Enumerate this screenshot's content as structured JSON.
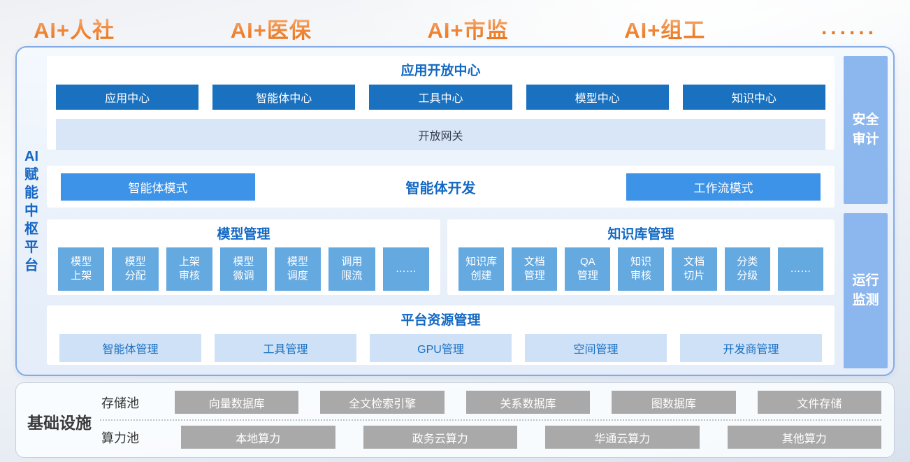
{
  "header": {
    "tabs": [
      "AI+人社",
      "AI+医保",
      "AI+市监",
      "AI+组工"
    ],
    "more": "......"
  },
  "platform": {
    "label": "AI\n赋\n能\n中\n枢\n平\n台",
    "side_bars": {
      "security": "安全\n审计",
      "monitor": "运行\n监测"
    },
    "app_center": {
      "title": "应用开放中心",
      "buttons": [
        "应用中心",
        "智能体中心",
        "工具中心",
        "模型中心",
        "知识中心"
      ],
      "gateway": "开放网关"
    },
    "agent_dev": {
      "title": "智能体开发",
      "left_mode": "智能体模式",
      "right_mode": "工作流模式"
    },
    "model_mgmt": {
      "title": "模型管理",
      "items": [
        "模型\n上架",
        "模型\n分配",
        "上架\n审核",
        "模型\n微调",
        "模型\n调度",
        "调用\n限流",
        "……"
      ]
    },
    "kb_mgmt": {
      "title": "知识库管理",
      "items": [
        "知识库\n创建",
        "文档\n管理",
        "QA\n管理",
        "知识\n审核",
        "文档\n切片",
        "分类\n分级",
        "……"
      ]
    },
    "resource_mgmt": {
      "title": "平台资源管理",
      "buttons": [
        "智能体管理",
        "工具管理",
        "GPU管理",
        "空间管理",
        "开发商管理"
      ]
    }
  },
  "infrastructure": {
    "title": "基础设施",
    "storage": {
      "label": "存储池",
      "items": [
        "向量数据库",
        "全文检索引擎",
        "关系数据库",
        "图数据库",
        "文件存储"
      ]
    },
    "compute": {
      "label": "算力池",
      "items": [
        "本地算力",
        "政务云算力",
        "华通云算力",
        "其他算力"
      ]
    }
  },
  "colors": {
    "accent_orange": "#ea6f10",
    "dark_blue": "#1a71bf",
    "medium_blue": "#3d93e8",
    "chip_blue": "#65a9e1",
    "sidebar_blue": "#8cb7ee",
    "light_fill": "#d9e6f8",
    "light_button": "#cfe1f7",
    "title_blue": "#1268c3",
    "gray_box": "#a9a9a9"
  }
}
